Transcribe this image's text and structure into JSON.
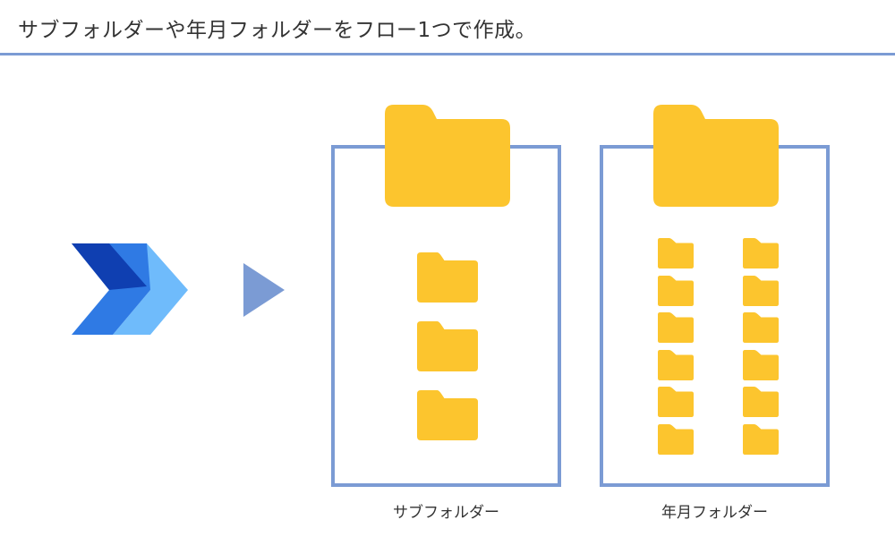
{
  "header": {
    "title": "サブフォルダーや年月フォルダーをフロー1つで作成。"
  },
  "colors": {
    "rule": "#7b9bd4",
    "panel_border": "#7b9bd4",
    "folder": "#fcc52e",
    "arrow": "#7b9bd4",
    "logo_dark": "#0e3cae",
    "logo_mid": "#2f7ae4",
    "logo_light": "#6fbbfb"
  },
  "icons": {
    "logo": "power-automate-logo",
    "arrow": "play-arrow-icon",
    "folder": "folder-icon"
  },
  "panels": {
    "left": {
      "caption": "サブフォルダー",
      "small_folders": 3
    },
    "right": {
      "caption": "年月フォルダー",
      "small_folders": 12
    }
  }
}
